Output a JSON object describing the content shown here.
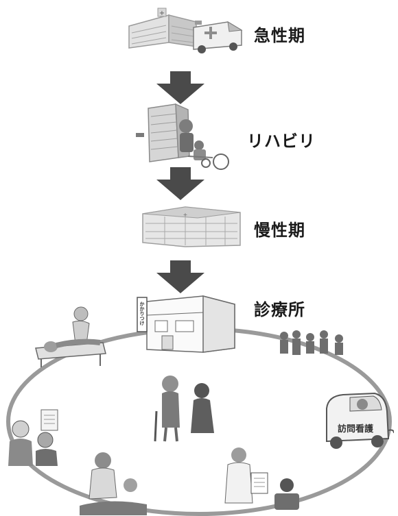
{
  "stages": [
    {
      "label": "急性期"
    },
    {
      "label": "リハビリ"
    },
    {
      "label": "慢性期"
    },
    {
      "label": "診療所"
    }
  ],
  "signs": {
    "clinic": "かかりつけ",
    "visiting_nursing": "訪問看護"
  },
  "icons": [
    "hospital-icon",
    "ambulance-icon",
    "rehab-building-icon",
    "wheelchair-icon",
    "care-facility-icon",
    "clinic-icon",
    "arrow-down-icon",
    "physical-therapy-icon",
    "visiting-nurse-car-icon",
    "family-group-icon",
    "doctor-icon",
    "elderly-couple-icon"
  ],
  "colors": {
    "arrow": "#4a4a4a",
    "illustration": "#8c8c8c",
    "cycle_ring": "#9a9a9a"
  }
}
